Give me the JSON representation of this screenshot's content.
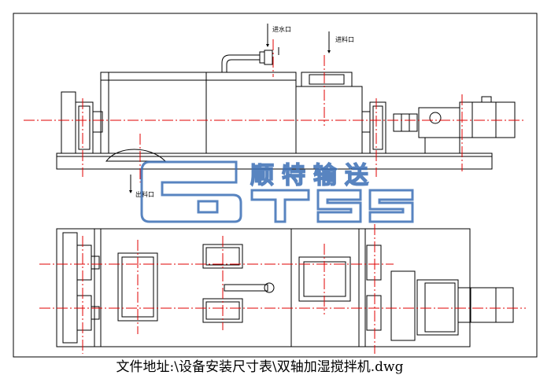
{
  "labels": {
    "water_inlet": "进水口",
    "material_inlet": "进料口",
    "discharge_outlet": "出料口"
  },
  "watermark": {
    "company_name": "顺特输送",
    "brand_letters": "TSS",
    "color": "#3b6fb6"
  },
  "footer": {
    "file_path": "文件地址:\\设备安装尺寸表\\双轴加湿搅拌机.dwg"
  },
  "colors": {
    "centerline": "#e00000",
    "outline": "#000000"
  }
}
